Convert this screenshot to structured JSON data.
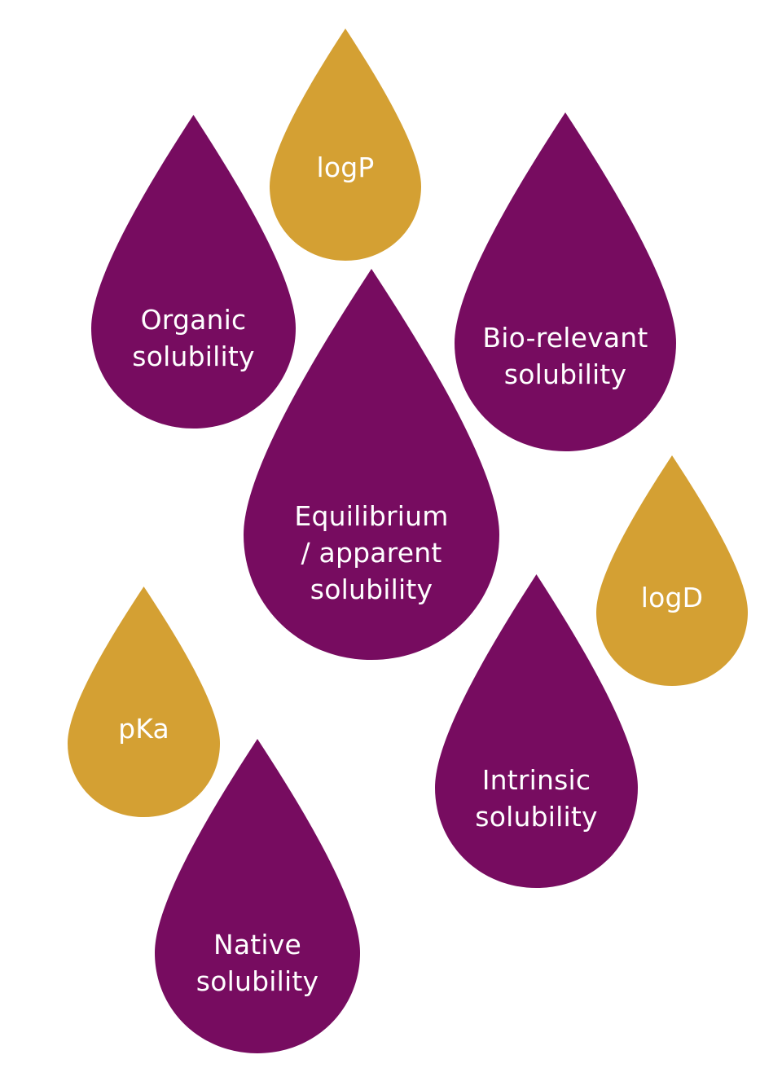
{
  "colors": {
    "primary_drop": "#770c60",
    "secondary_drop": "#d4a033",
    "label_text": "#ffffff",
    "background": "#ffffff"
  },
  "drops": {
    "logp": {
      "lines": [
        "logP"
      ],
      "color": "secondary"
    },
    "organic_solubility": {
      "lines": [
        "Organic",
        "solubility"
      ],
      "color": "primary"
    },
    "biorelevant_solubility": {
      "lines": [
        "Bio-relevant",
        "solubility"
      ],
      "color": "primary"
    },
    "equilibrium_solubility": {
      "lines": [
        "Equilibrium",
        "/ apparent",
        "solubility"
      ],
      "color": "primary"
    },
    "logd": {
      "lines": [
        "logD"
      ],
      "color": "secondary"
    },
    "pka": {
      "lines": [
        "pKa"
      ],
      "color": "secondary"
    },
    "intrinsic_solubility": {
      "lines": [
        "Intrinsic",
        "solubility"
      ],
      "color": "primary"
    },
    "native_solubility": {
      "lines": [
        "Native",
        "solubility"
      ],
      "color": "primary"
    }
  }
}
